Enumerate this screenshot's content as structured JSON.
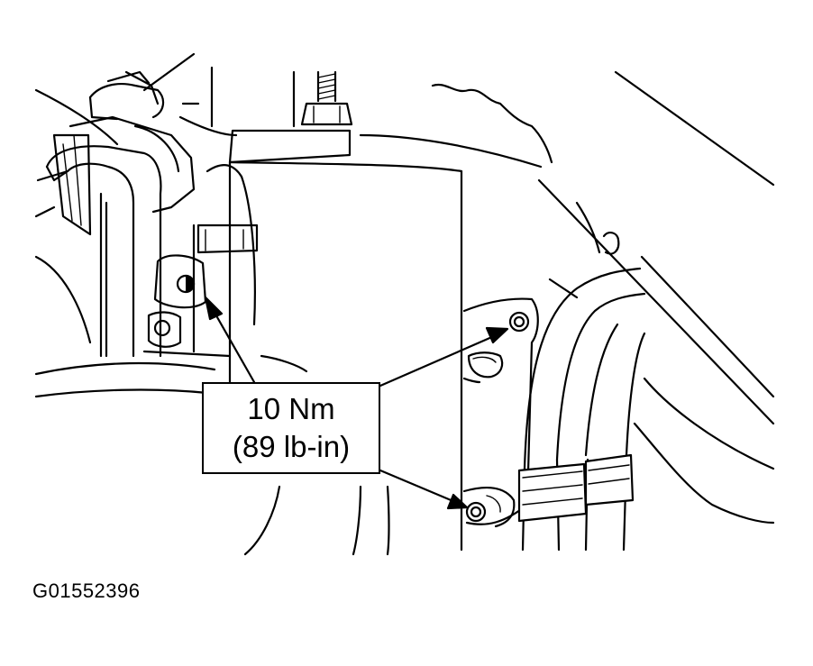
{
  "callout": {
    "torque_metric": "10 Nm",
    "torque_imperial": "(89 lb-in)"
  },
  "figure_id": "G01552396"
}
